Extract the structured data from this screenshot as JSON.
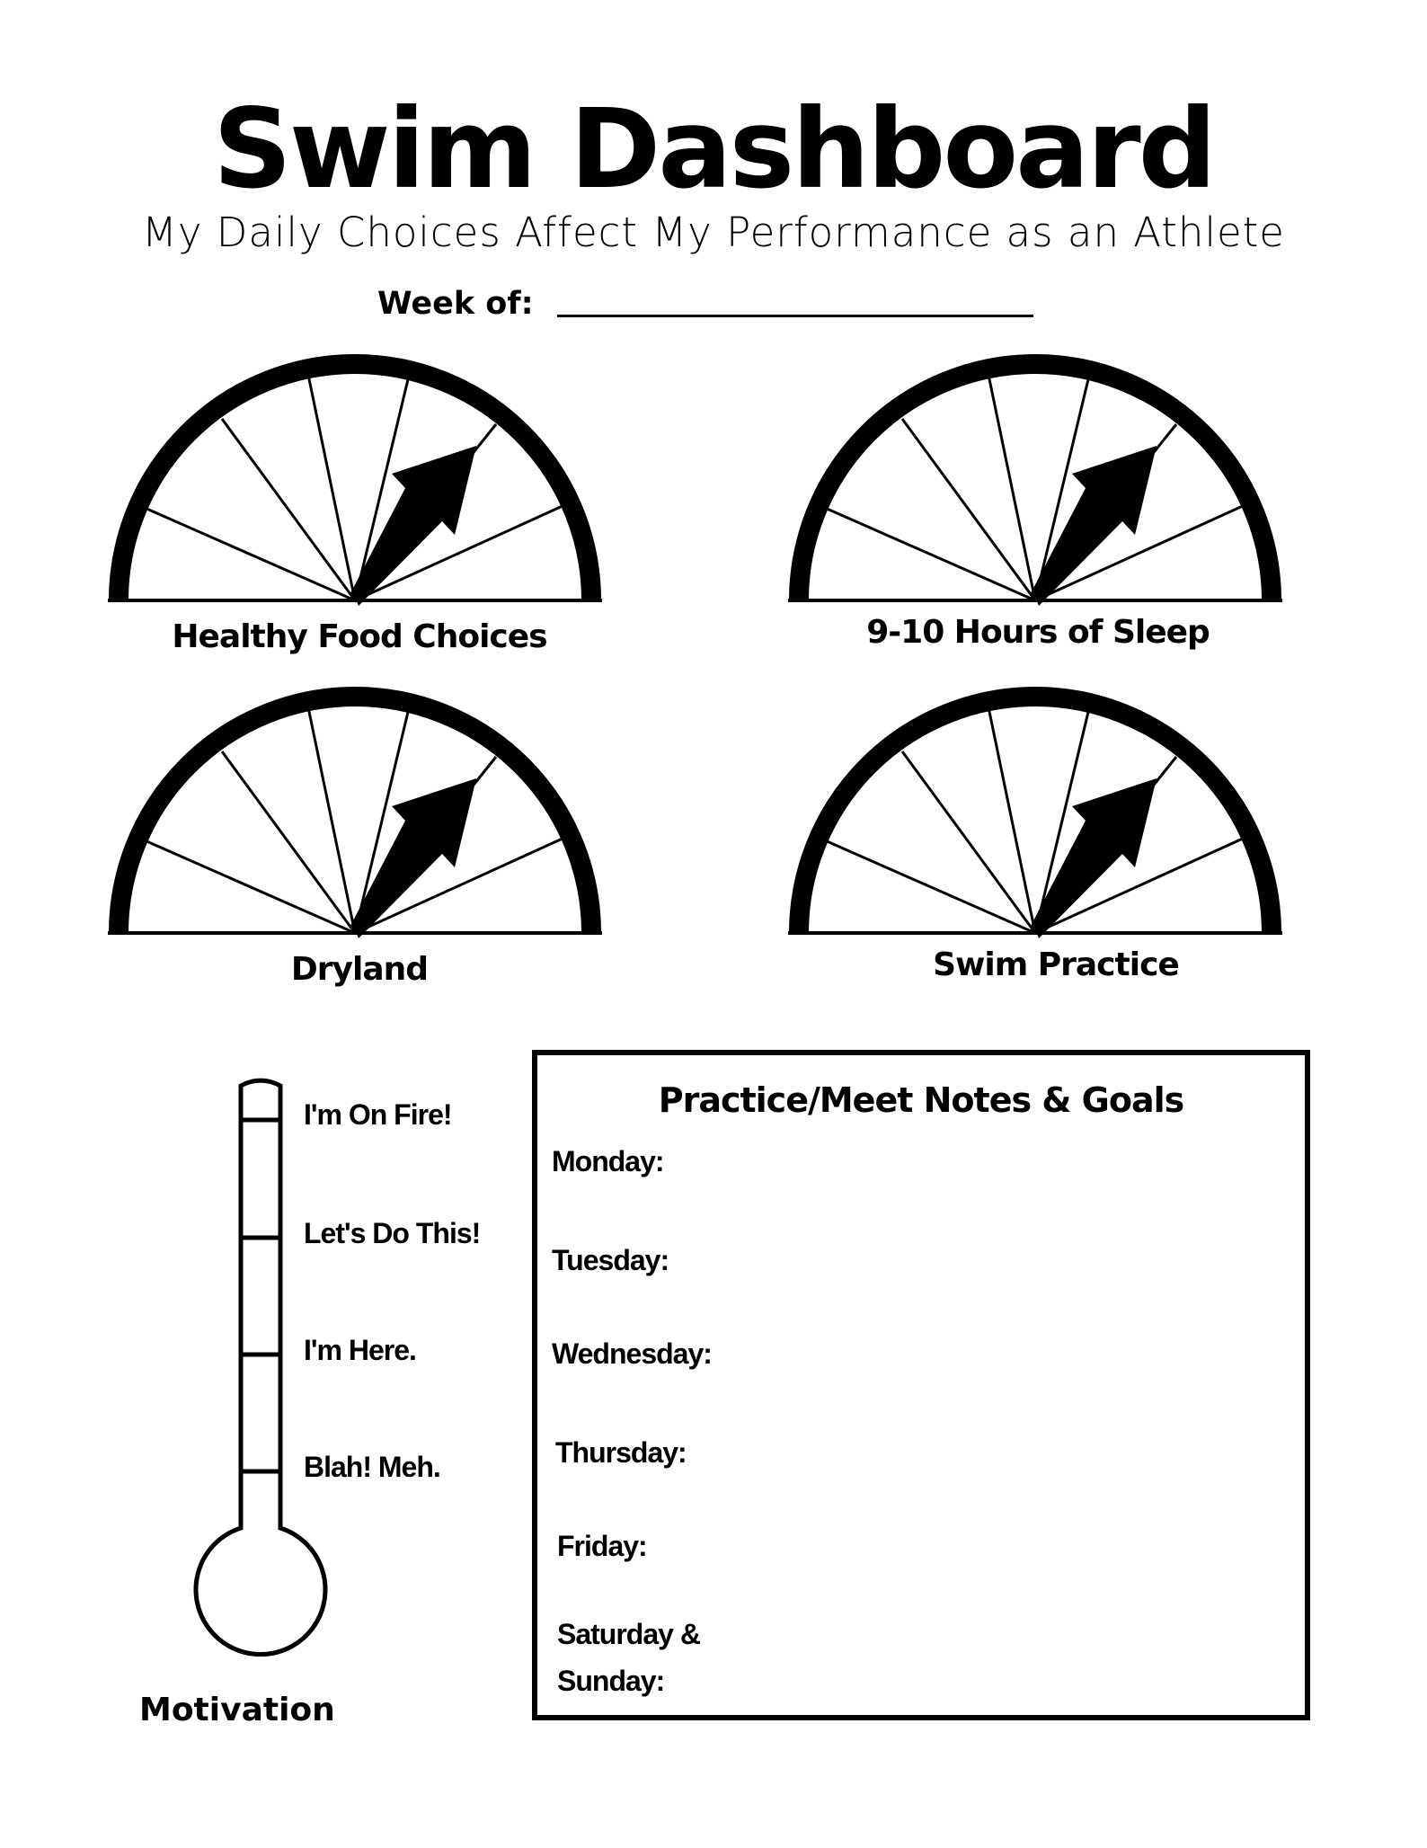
{
  "header": {
    "title": "Swim Dashboard",
    "subtitle": "My Daily Choices Affect My Performance as an Athlete",
    "week_label": "Week of:"
  },
  "gauges": [
    {
      "label": "Healthy Food Choices"
    },
    {
      "label": "9-10 Hours of Sleep"
    },
    {
      "label": "Dryland"
    },
    {
      "label": "Swim Practice"
    }
  ],
  "thermometer": {
    "title": "Motivation",
    "levels": [
      "I'm On Fire!",
      "Let's Do This!",
      "I'm Here.",
      "Blah! Meh."
    ]
  },
  "notes": {
    "title": "Practice/Meet Notes & Goals",
    "days": [
      "Monday:",
      "Tuesday:",
      "Wednesday:",
      "Thursday:",
      "Friday:",
      "Saturday &\nSunday:"
    ]
  },
  "colors": {
    "ink": "#000000",
    "paper": "#ffffff"
  }
}
